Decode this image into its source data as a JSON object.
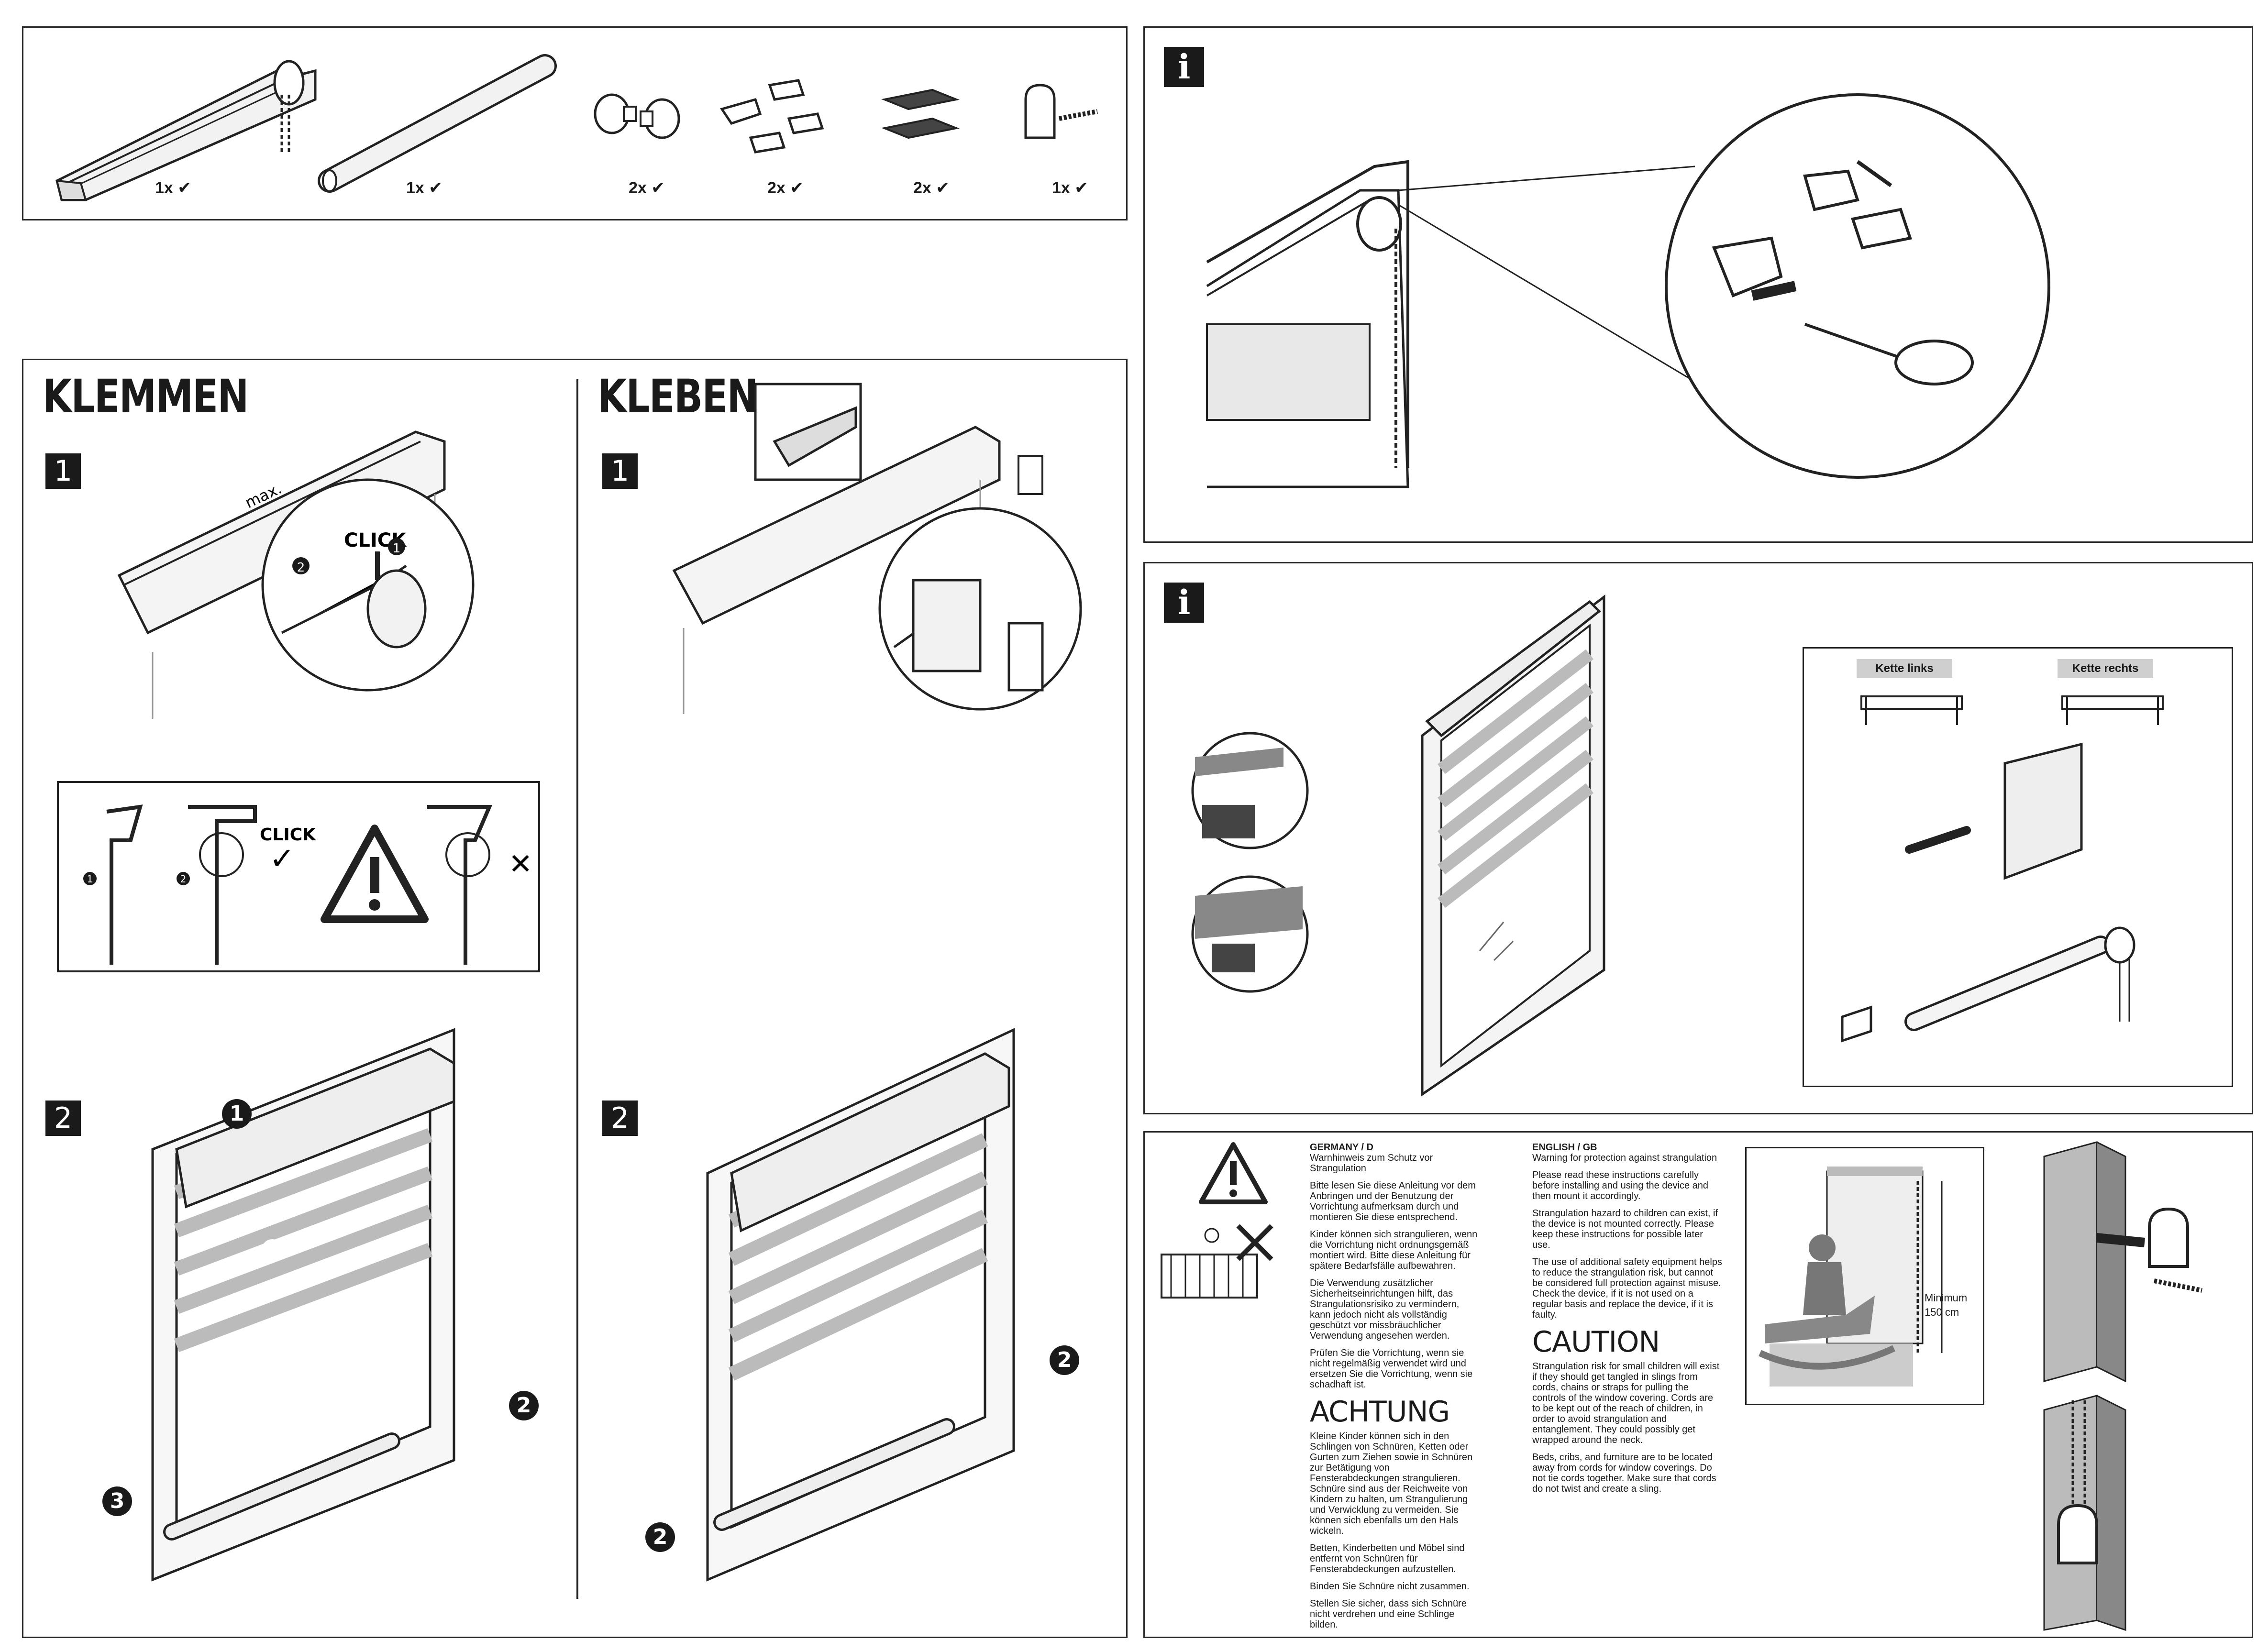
{
  "parts": {
    "items": [
      {
        "name": "headrail",
        "qty": "1x ✔"
      },
      {
        "name": "bottom-bar",
        "qty": "1x ✔"
      },
      {
        "name": "end-caps",
        "qty": "2x ✔"
      },
      {
        "name": "clamp-brackets",
        "qty": "2x ✔"
      },
      {
        "name": "adhesive-pads",
        "qty": "2x ✔"
      },
      {
        "name": "chain-safety-clip",
        "qty": "1x ✔"
      }
    ]
  },
  "klemmen": {
    "title": "KLEMMEN",
    "step1": "1",
    "step2": "2",
    "max_label": "max.",
    "click_label": "CLICK",
    "bullet1": "1",
    "bullet2": "2",
    "bullet3": "3",
    "warning_click": "CLICK",
    "warning_check": "✓",
    "warning_cross": "✕",
    "warning_b1": "1",
    "warning_b2": "2",
    "step2_b1": "1",
    "step2_b2": "2",
    "step2_b3": "3"
  },
  "kleben": {
    "title": "KLEBEN",
    "step1": "1",
    "step2": "2",
    "b2a": "2",
    "b2b": "2"
  },
  "info_top": {
    "icon": "i"
  },
  "info_mid": {
    "icon": "i",
    "chain_left": "Kette links",
    "chain_right": "Kette rechts"
  },
  "safety": {
    "de": {
      "country": "GERMANY / D",
      "subtitle": "Warnhinweis zum Schutz vor Strangulation",
      "p1": "Bitte lesen Sie diese Anleitung vor dem Anbringen und der Benutzung der Vorrichtung aufmerksam durch und montieren Sie diese entsprechend.",
      "p2": "Kinder können sich strangulieren, wenn die Vorrichtung nicht ordnungsgemäß montiert wird. Bitte diese Anleitung für spätere Bedarfsfälle aufbewahren.",
      "p3": "Die Verwendung zusätzlicher Sicherheitseinrichtungen hilft, das Strangulationsrisiko zu vermindern, kann jedoch nicht als vollständig geschützt vor missbräuchlicher Verwendung angesehen werden.",
      "p4": "Prüfen Sie die Vorrichtung, wenn sie nicht regelmäßig verwendet wird und ersetzen Sie die Vorrichtung, wenn sie schadhaft ist.",
      "heading": "ACHTUNG",
      "p5": "Kleine Kinder können sich in den Schlingen von Schnüren, Ketten oder Gurten zum Ziehen sowie in Schnüren zur Betätigung von Fensterabdeckungen strangulieren. Schnüre sind aus der Reichweite von Kindern zu halten, um Strangulierung und Verwicklung zu vermeiden. Sie können sich ebenfalls um den Hals wickeln.",
      "p6": "Betten, Kinderbetten und Möbel sind entfernt von Schnüren für Fensterabdeckungen aufzustellen.",
      "p7": "Binden Sie Schnüre nicht zusammen.",
      "p8": "Stellen Sie sicher, dass sich Schnüre nicht verdrehen und eine Schlinge bilden."
    },
    "en": {
      "country": "ENGLISH / GB",
      "subtitle": "Warning for protection against strangulation",
      "p1": "Please read these instructions carefully before installing and using the device and then mount it accordingly.",
      "p2": "Strangulation hazard to children can exist, if the device is not mounted correctly. Please keep these instructions for possible later use.",
      "p3": "The use of additional safety equipment helps to reduce the strangulation risk, but cannot be considered full protection against misuse. Check the device, if it is not used on a regular basis and replace the device, if it is faulty.",
      "heading": "CAUTION",
      "p4": "Strangulation risk for small children will exist if they should get tangled in slings from cords, chains or straps for pulling the controls of the window covering. Cords are to be kept out of the reach of children, in order to avoid strangulation and entanglement. They could possibly get wrapped around the neck.",
      "p5": "Beds, cribs, and furniture are to be located away from cords for window coverings. Do not tie cords together. Make sure that cords do not twist and create a sling."
    },
    "height_label_1": "Minimum",
    "height_label_2": "150 cm"
  }
}
